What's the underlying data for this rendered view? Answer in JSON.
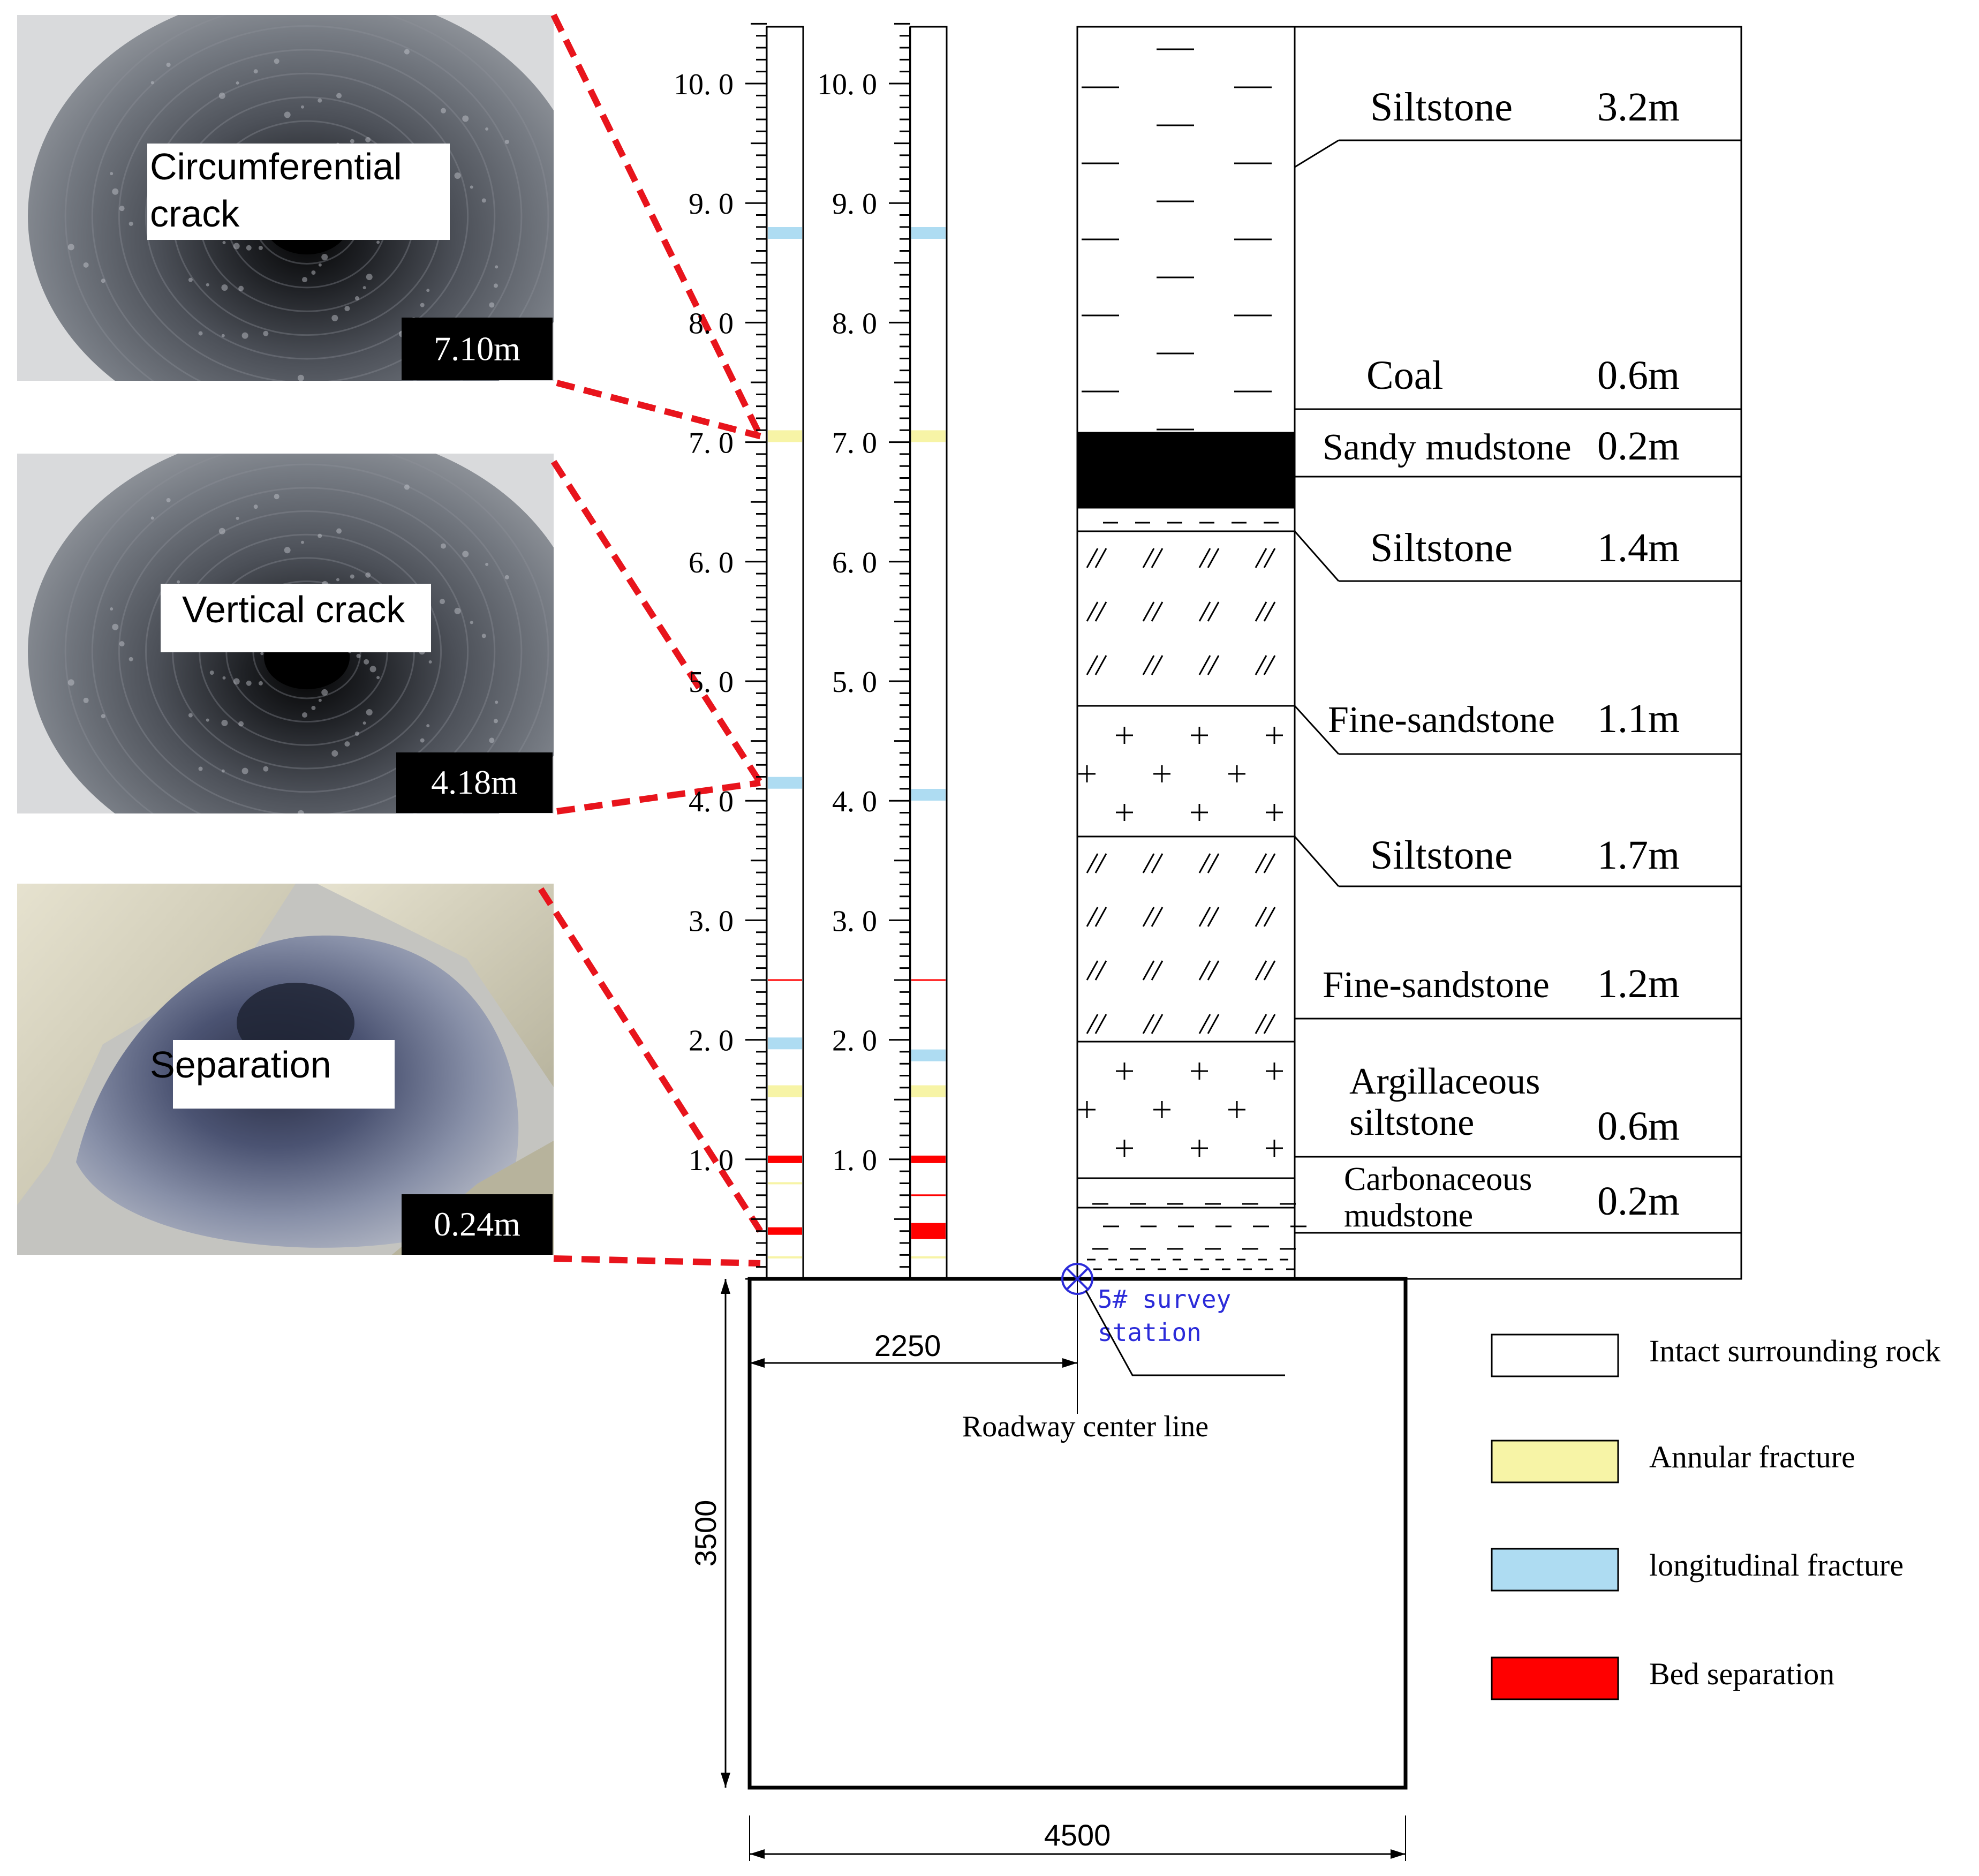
{
  "photos": [
    {
      "id": "circ",
      "caption": "Circumferential\ncrack",
      "depth_label": "7.10m",
      "depth_m": 7.1
    },
    {
      "id": "vert",
      "caption": "Vertical crack",
      "depth_label": "4.18m",
      "depth_m": 4.18
    },
    {
      "id": "sep",
      "caption": "Separation",
      "depth_label": "0.24m",
      "depth_m": 0.24
    }
  ],
  "scale": {
    "max_m": 10.5,
    "labels": [
      "10. 0",
      "9. 0",
      "8. 0",
      "7. 0",
      "6. 0",
      "5. 0",
      "4. 0",
      "3. 0",
      "2. 0",
      "1. 0"
    ],
    "label_values": [
      10,
      9,
      8,
      7,
      6,
      5,
      4,
      3,
      2,
      1
    ]
  },
  "borehole_1_features": [
    {
      "type": "longitudinal",
      "depth_m": 8.75
    },
    {
      "type": "annular",
      "depth_m": 7.05
    },
    {
      "type": "longitudinal",
      "depth_m": 4.15
    },
    {
      "type": "thin-red",
      "depth_m": 2.5
    },
    {
      "type": "longitudinal",
      "depth_m": 1.97
    },
    {
      "type": "annular",
      "depth_m": 1.57
    },
    {
      "type": "separation",
      "depth_m": 1.0
    },
    {
      "type": "thin-yellow",
      "depth_m": 0.8
    },
    {
      "type": "separation",
      "depth_m": 0.4
    },
    {
      "type": "thin-yellow",
      "depth_m": 0.18
    }
  ],
  "borehole_2_features": [
    {
      "type": "longitudinal",
      "depth_m": 8.75
    },
    {
      "type": "annular",
      "depth_m": 7.05
    },
    {
      "type": "longitudinal",
      "depth_m": 4.05
    },
    {
      "type": "thin-red",
      "depth_m": 2.5
    },
    {
      "type": "longitudinal",
      "depth_m": 1.87
    },
    {
      "type": "annular",
      "depth_m": 1.57
    },
    {
      "type": "separation",
      "depth_m": 1.0
    },
    {
      "type": "thin-red",
      "depth_m": 0.7
    },
    {
      "type": "separation-thick",
      "depth_m": 0.4
    },
    {
      "type": "thin-yellow",
      "depth_m": 0.18
    }
  ],
  "strata": [
    {
      "name": "Siltstone",
      "thickness": "3.2m",
      "pattern": "dash"
    },
    {
      "name": "Coal",
      "thickness": "0.6m",
      "pattern": "coal"
    },
    {
      "name": "Sandy mudstone",
      "thickness": "0.2m",
      "pattern": "fine-dash"
    },
    {
      "name": "Siltstone",
      "thickness": "1.4m",
      "pattern": "slash"
    },
    {
      "name": "Fine-sandstone",
      "thickness": "1.1m",
      "pattern": "cross"
    },
    {
      "name": "Siltstone",
      "thickness": "1.7m",
      "pattern": "slash"
    },
    {
      "name": "Fine-sandstone",
      "thickness": "1.2m",
      "pattern": "cross"
    },
    {
      "name": "Argillaceous\nsiltstone",
      "thickness": "0.6m",
      "pattern": "dash-fine"
    },
    {
      "name": "Carbonaceous\nmudstone",
      "thickness": "0.2m",
      "pattern": "dense-dash"
    }
  ],
  "roadway": {
    "half_width": "2250",
    "height": "3500",
    "width": "4500",
    "center_line_label": "Roadway center line",
    "station_label": "5# survey\nstation"
  },
  "legend": [
    {
      "label": "Intact surrounding rock",
      "color": "#ffffff"
    },
    {
      "label": "Annular fracture",
      "color": "#f7f4a6"
    },
    {
      "label": "longitudinal fracture",
      "color": "#aedcf2"
    },
    {
      "label": "Bed separation",
      "color": "#ff0000"
    }
  ],
  "colors": {
    "dashed_connector": "#e8141c",
    "annular": "#f7f4a6",
    "longitudinal": "#aedcf2",
    "separation": "#ff0000",
    "coal": "#000000",
    "station": "#2b2bd9"
  }
}
